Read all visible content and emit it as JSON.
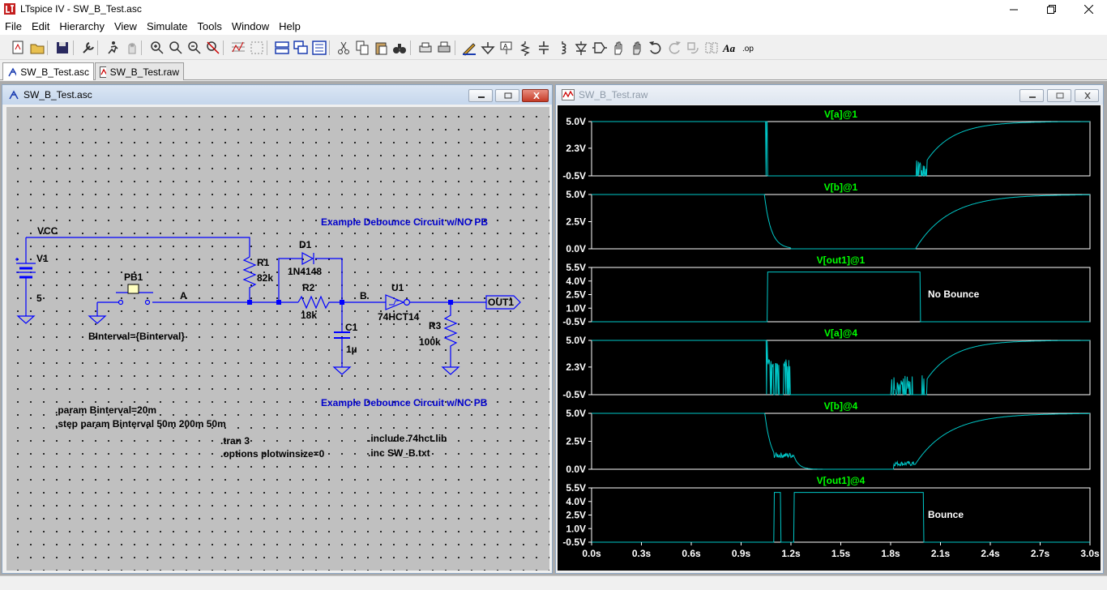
{
  "app": {
    "title": "LTspice IV - SW_B_Test.asc"
  },
  "menu": [
    "File",
    "Edit",
    "Hierarchy",
    "View",
    "Simulate",
    "Tools",
    "Window",
    "Help"
  ],
  "toolbar_icons": [
    "new-schematic-icon",
    "open-icon",
    "save-icon",
    "control-panel-icon",
    "run-icon",
    "halt-icon",
    "zoom-in-icon",
    "zoom-pan-icon",
    "zoom-out-icon",
    "zoom-fit-icon",
    "autorange-icon",
    "grid-icon",
    "tile-horizontal-icon",
    "cascade-icon",
    "tile-vertical-icon",
    "cut-icon",
    "copy-icon",
    "paste-icon",
    "find-icon",
    "print-setup-icon",
    "print-icon",
    "draw-wire-icon",
    "ground-icon",
    "label-net-icon",
    "resistor-icon",
    "capacitor-icon",
    "inductor-icon",
    "diode-icon",
    "component-icon",
    "move-icon",
    "drag-icon",
    "undo-icon",
    "redo-icon",
    "rotate-icon",
    "mirror-icon",
    "text-icon",
    "spice-directive-icon"
  ],
  "tabs": [
    {
      "label": "SW_B_Test.asc",
      "active": true
    },
    {
      "label": "SW_B_Test.raw",
      "active": false
    }
  ],
  "schematic_window": {
    "title": "SW_B_Test.asc"
  },
  "waveform_window": {
    "title": "SW_B_Test.raw"
  },
  "schematic": {
    "labels": {
      "vcc": "VCC",
      "v1": "V1",
      "v1_value": "5",
      "pb1": "PB1",
      "net_a": "A",
      "r1": "R1",
      "r1_value": "82k",
      "d1": "D1",
      "d1_value": "1N4148",
      "r2": "R2",
      "r2_value": "18k",
      "net_b": "B",
      "c1": "C1",
      "c1_value": "1µ",
      "u1": "U1",
      "u1_value": "74HCT14",
      "r3": "R3",
      "r3_value": "100k",
      "out1": "OUT1",
      "binterval": "BInterval={Binterval}"
    },
    "comments": {
      "no_pb": "Example Debounce Circuit w/NO PB",
      "nc_pb": "Example Debounce Circuit w/NC PB"
    },
    "directives": [
      ".param Binterval=20m",
      ".step param Binterval 50m 200m 50m",
      ".tran 3",
      ".options plotwinsize=0",
      ".include 74hct.lib",
      ".inc SW_B.txt"
    ]
  },
  "plot": {
    "colors": {
      "trace": "#00c8c8",
      "title": "#00ff00",
      "grid": "#ffffff",
      "bg": "#000000"
    },
    "panes": [
      {
        "title": "V[a]@1",
        "yticks": [
          "5.0V",
          "2.3V",
          "-0.5V"
        ]
      },
      {
        "title": "V[b]@1",
        "yticks": [
          "5.0V",
          "2.5V",
          "0.0V"
        ]
      },
      {
        "title": "V[out1]@1",
        "yticks": [
          "5.5V",
          "4.0V",
          "2.5V",
          "1.0V",
          "-0.5V"
        ],
        "annotation": "No Bounce"
      },
      {
        "title": "V[a]@4",
        "yticks": [
          "5.0V",
          "2.3V",
          "-0.5V"
        ]
      },
      {
        "title": "V[b]@4",
        "yticks": [
          "5.0V",
          "2.5V",
          "0.0V"
        ]
      },
      {
        "title": "V[out1]@4",
        "yticks": [
          "5.5V",
          "4.0V",
          "2.5V",
          "1.0V",
          "-0.5V"
        ],
        "annotation": "Bounce"
      }
    ],
    "xticks": [
      "0.0s",
      "0.3s",
      "0.6s",
      "0.9s",
      "1.2s",
      "1.5s",
      "1.8s",
      "2.1s",
      "2.4s",
      "2.7s",
      "3.0s"
    ]
  }
}
